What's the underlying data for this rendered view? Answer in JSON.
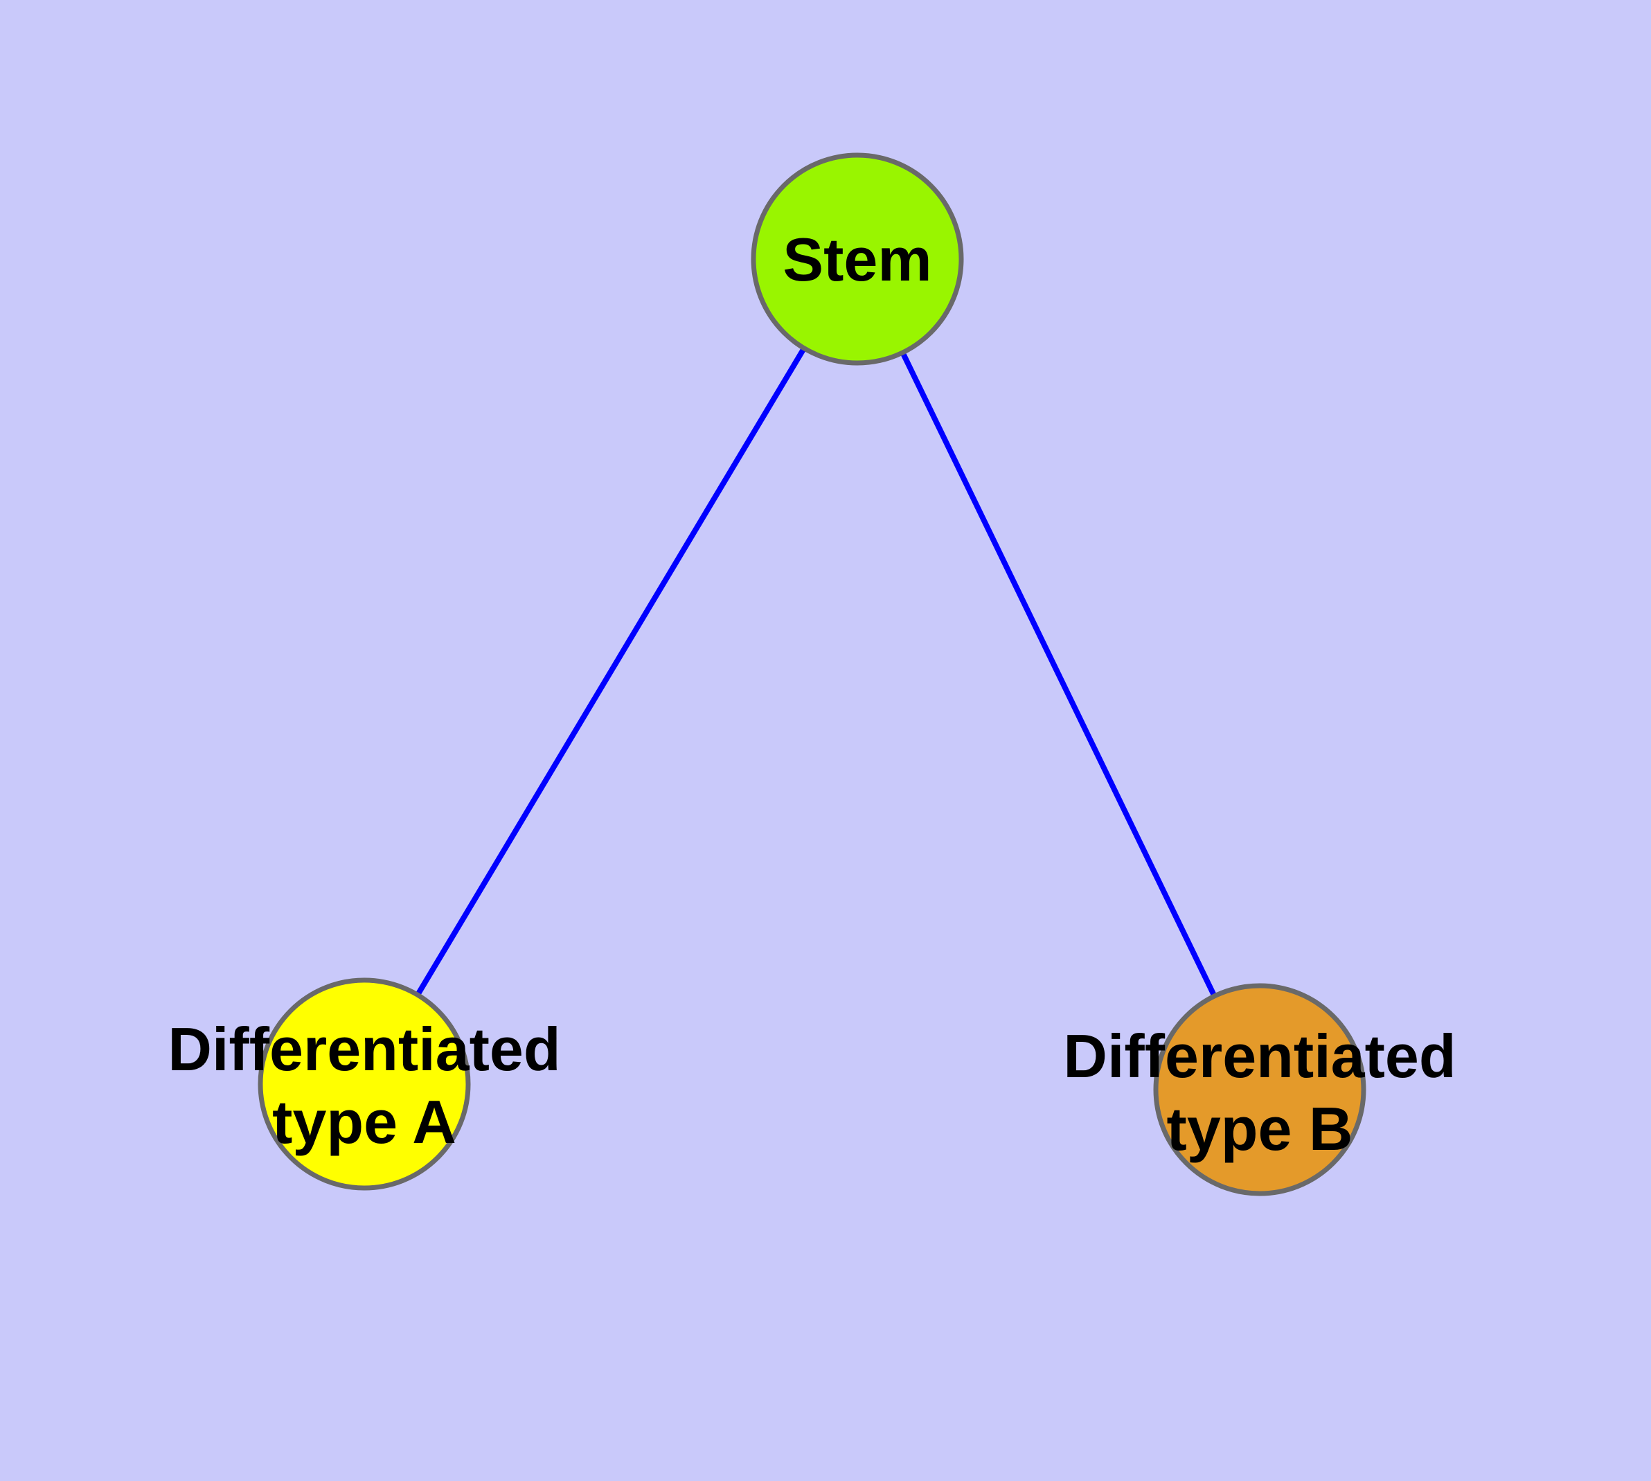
{
  "diagram": {
    "type": "node-link-graph",
    "background_color": "#C9C9FA",
    "edge_color": "#0000FF",
    "node_border_color": "#696969",
    "label_color": "#000000",
    "nodes": {
      "stem": {
        "label": "Stem",
        "color": "#99F500"
      },
      "type_a": {
        "label_line1": "Differentiated",
        "label_line2": "type A",
        "color": "#FFFF00"
      },
      "type_b": {
        "label_line1": "Differentiated",
        "label_line2": "type B",
        "color": "#E49A2A"
      }
    },
    "edges": [
      {
        "from": "stem",
        "to": "type_a"
      },
      {
        "from": "stem",
        "to": "type_b"
      }
    ]
  }
}
